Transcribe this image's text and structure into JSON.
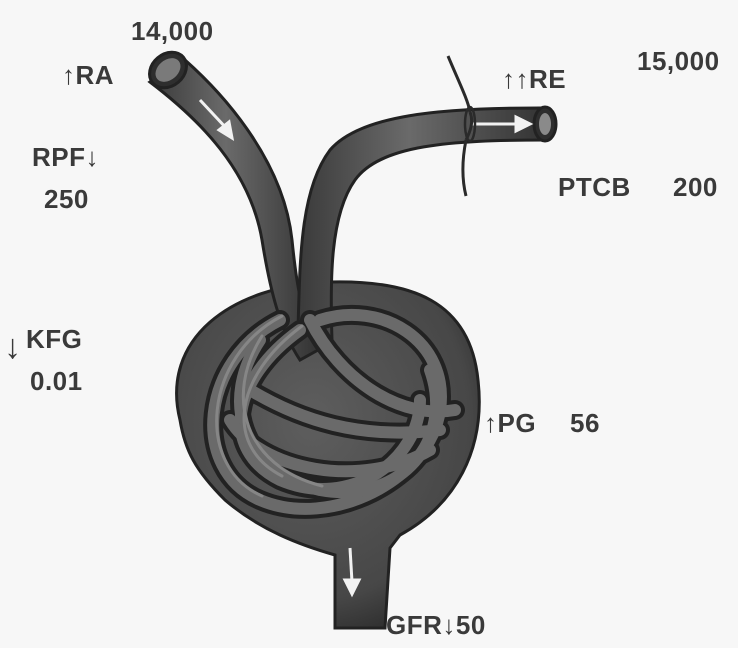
{
  "labels": {
    "ra_value": "14,000",
    "ra_arrow": "↑",
    "ra_text": "RA",
    "re_arrow": "↑↑",
    "re_text": "RE",
    "re_value": "15,000",
    "rpf_text": "RPF",
    "rpf_arrow": "↓",
    "rpf_value": "250",
    "ptcb_text": "PTCB",
    "ptcb_value": "200",
    "kfg_arrow": "↓",
    "kfg_text": "KFG",
    "kfg_value": "0.01",
    "pg_arrow": "↑",
    "pg_text": "PG",
    "pg_value": "56",
    "gfr_text": "GFR",
    "gfr_arrow": "↓",
    "gfr_value": "50"
  },
  "colors": {
    "vessel_fill": "#5a5a5a",
    "vessel_dark": "#353535",
    "vessel_light": "#8c8c8c",
    "capsule_fill": "#4c4c4c",
    "label_text": "#3a3a3a",
    "background": "#f7f7f7"
  }
}
